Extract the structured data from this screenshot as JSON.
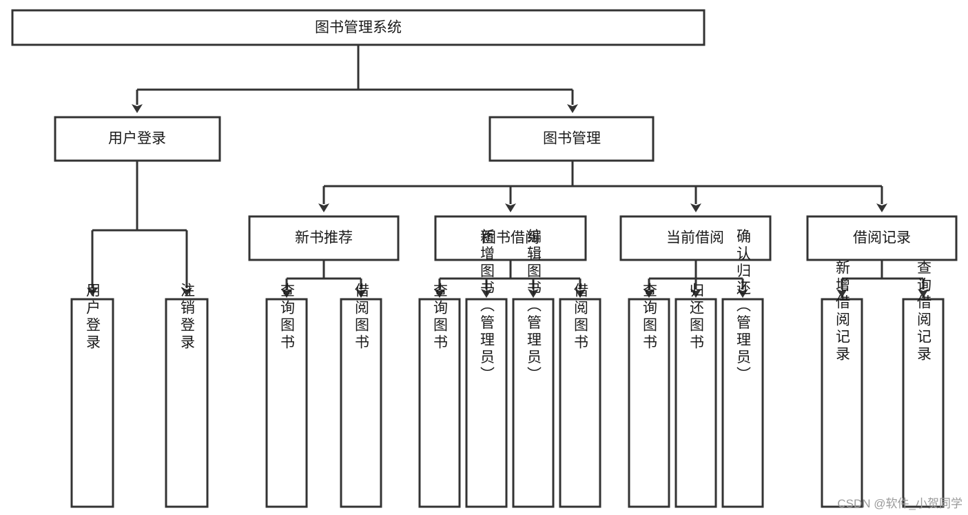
{
  "diagram": {
    "title": "图书管理系统",
    "watermark": "CSDN @软件_小贺同学",
    "colors": {
      "box_stroke": "#333333",
      "box_fill": "#ffffff",
      "text": "#1a1a1a",
      "background": "#ffffff",
      "watermark": "#9a9a9a"
    },
    "root": {
      "label": "图书管理系统",
      "orientation": "horizontal"
    },
    "level2": [
      {
        "label": "用户登录",
        "orientation": "horizontal"
      },
      {
        "label": "图书管理",
        "orientation": "horizontal"
      }
    ],
    "level3": [
      {
        "label": "新书推荐",
        "orientation": "horizontal"
      },
      {
        "label": "图书借阅",
        "orientation": "horizontal"
      },
      {
        "label": "当前借阅",
        "orientation": "horizontal"
      },
      {
        "label": "借阅记录",
        "orientation": "horizontal"
      }
    ],
    "leaves_login": [
      {
        "label": "用户登录",
        "orientation": "vertical"
      },
      {
        "label": "注销登录",
        "orientation": "vertical"
      }
    ],
    "leaves_newbook": [
      {
        "label": "查询图书",
        "orientation": "vertical"
      },
      {
        "label": "借阅图书",
        "orientation": "vertical"
      }
    ],
    "leaves_borrow": [
      {
        "label": "查询图书",
        "orientation": "vertical"
      },
      {
        "label": "新增图书（管理员）",
        "orientation": "vertical"
      },
      {
        "label": "编辑图书（管理员）",
        "orientation": "vertical"
      },
      {
        "label": "借阅图书",
        "orientation": "vertical"
      }
    ],
    "leaves_current": [
      {
        "label": "查询图书",
        "orientation": "vertical"
      },
      {
        "label": "归还图书",
        "orientation": "vertical"
      },
      {
        "label": "确认归还（管理员）",
        "orientation": "vertical"
      }
    ],
    "leaves_record": [
      {
        "label": "新增借阅记录",
        "orientation": "vertical"
      },
      {
        "label": "查询借阅记录",
        "orientation": "vertical"
      }
    ]
  }
}
